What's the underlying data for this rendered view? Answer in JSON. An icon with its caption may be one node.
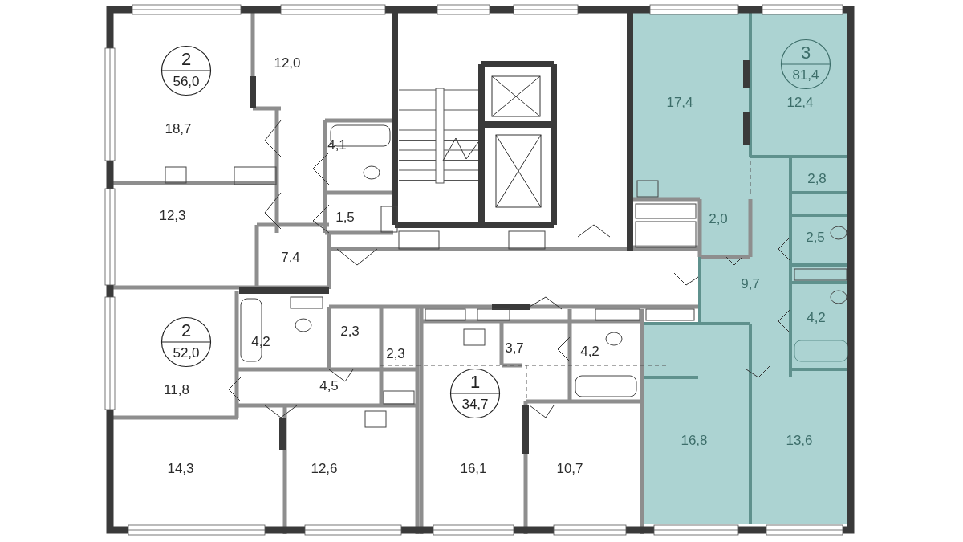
{
  "diagram": {
    "nodes": [
      {
        "text": [
          "2",
          "56,0"
        ]
      },
      {
        "text": [
          "3",
          "81,4"
        ]
      },
      {
        "text": [
          "2",
          "52,0"
        ]
      },
      {
        "text": [
          "1",
          "34,7"
        ]
      }
    ],
    "labels": [
      "12,0",
      "17,4",
      "12,4",
      "18,7",
      "4,1",
      "2,8",
      "12,3",
      "1,5",
      "2,0",
      "2,5",
      "7,4",
      "9,7",
      "4,2",
      "4,2",
      "2,3",
      "2,3",
      "3,7",
      "4,2",
      "11,8",
      "4,5",
      "16,8",
      "13,6",
      "14,3",
      "12,6",
      "16,1",
      "10,7"
    ]
  }
}
